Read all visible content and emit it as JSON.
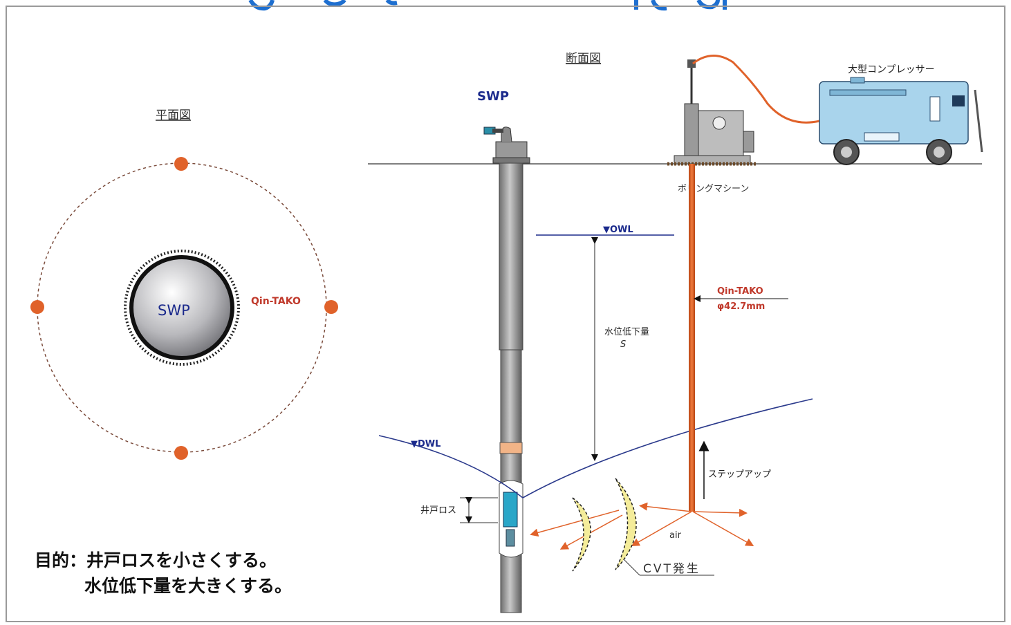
{
  "header_banner_text": "",
  "plan_view": {
    "title": "平面図",
    "center_label": "SWP",
    "well_label": "Qin-TAKO"
  },
  "section_view": {
    "title": "断面図",
    "swp_label": "SWP",
    "compressor_label": "大型コンプレッサー",
    "boring_machine_label": "ボリングマシーン",
    "owl_label": "▼OWL",
    "dwl_label": "▼DWL",
    "drawdown_label": "水位低下量",
    "drawdown_symbol": "S",
    "qin_tako_label": "Qin-TAKO",
    "diameter_label": "φ42.7mm",
    "step_up_label": "ステップアップ",
    "well_loss_label": "井戸ロス",
    "air_label": "air",
    "cvt_label": "CVT発生"
  },
  "purpose": {
    "line1": "目的：井戸ロスを小さくする。",
    "line2": "水位低下量を大きくする。"
  },
  "colors": {
    "orange": "#e0622a",
    "navy": "#1b2a8c",
    "blue_banner": "#1e6fd0",
    "compressor": "#a9d4ec",
    "crescent": "#f4ec9a"
  }
}
